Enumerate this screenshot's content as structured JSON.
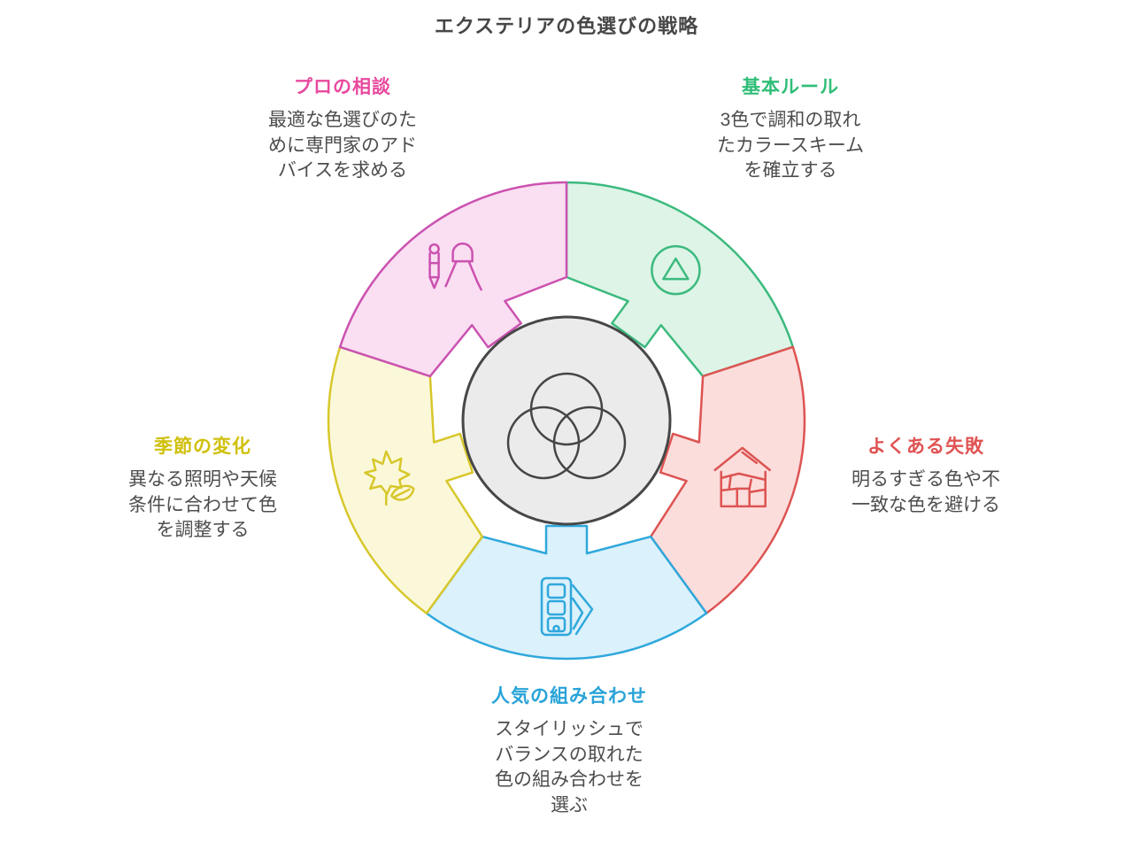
{
  "title": "エクステリアの色選びの戦略",
  "center": {
    "fill": "#ebebeb",
    "stroke": "#474747",
    "venn_stroke": "#454545",
    "icon": "venn-three-circles-icon"
  },
  "segments": [
    {
      "id": "basic-rules",
      "label": "基本ルール",
      "desc": "3色で調和の取れ\nたカラースキーム\nを確立する",
      "color": "#3cba7e",
      "fill": "#ddf4e7",
      "label_color": "#2fbe77",
      "icon": "triangle-circle-icon",
      "start_angle": 0,
      "end_angle": 72
    },
    {
      "id": "common-failures",
      "label": "よくある失敗",
      "desc": "明るすぎる色や不\n一致な色を避ける",
      "color": "#dd5452",
      "fill": "#fbdddc",
      "label_color": "#e05252",
      "icon": "house-icon",
      "start_angle": 72,
      "end_angle": 144
    },
    {
      "id": "popular-combinations",
      "label": "人気の組み合わせ",
      "desc": "スタイリッシュで\nバランスの取れた\n色の組み合わせを\n選ぶ",
      "color": "#2fa8dc",
      "fill": "#dbf1fb",
      "label_color": "#29a3d8",
      "icon": "swatch-fan-icon",
      "start_angle": 144,
      "end_angle": 216
    },
    {
      "id": "seasonal-changes",
      "label": "季節の変化",
      "desc": "異なる照明や天候\n条件に合わせて色\nを調整する",
      "color": "#d7c72b",
      "fill": "#fbf8da",
      "label_color": "#d0c00e",
      "icon": "maple-leaf-icon",
      "start_angle": 216,
      "end_angle": 288
    },
    {
      "id": "professional-consultation",
      "label": "プロの相談",
      "desc": "最適な色選びのた\nめに専門家のアド\nバイスを求める",
      "color": "#cb52b0",
      "fill": "#fadef2",
      "label_color": "#e8499e",
      "icon": "compass-pencil-icon",
      "start_angle": 288,
      "end_angle": 360
    }
  ]
}
